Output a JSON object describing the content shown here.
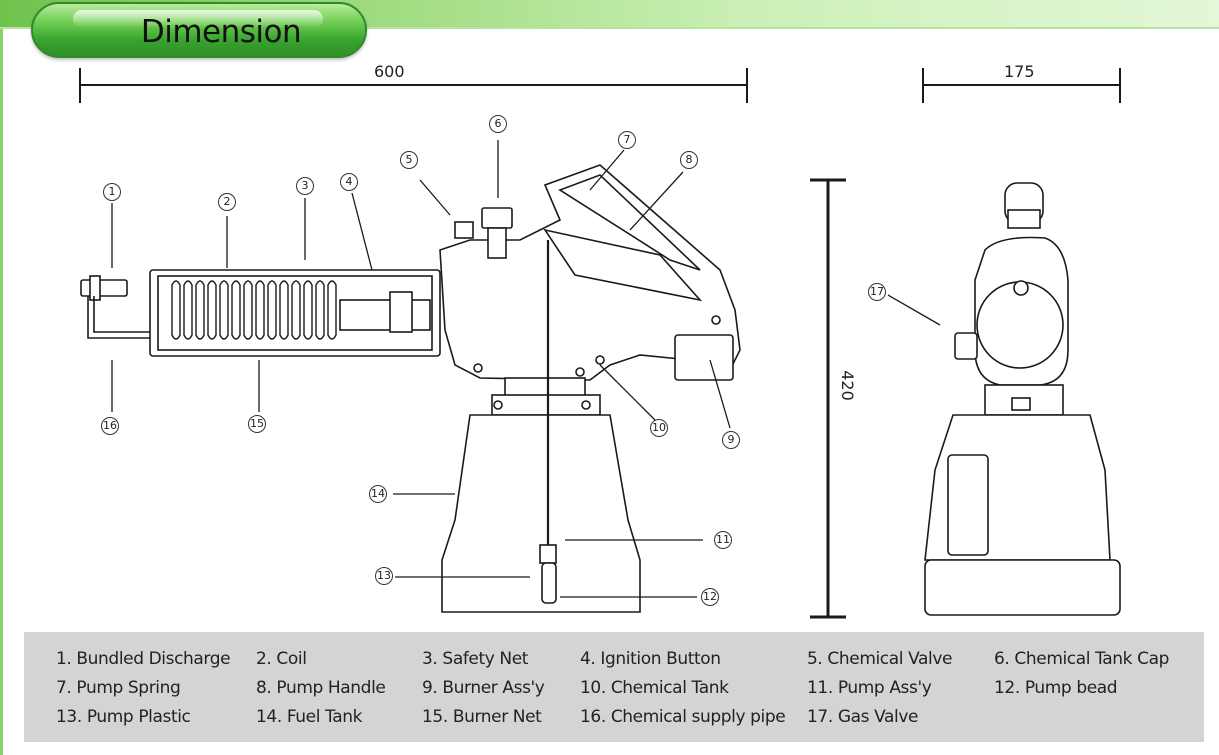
{
  "title": "Dimension",
  "dimensions": {
    "width_front": "600",
    "width_side": "175",
    "height": "420"
  },
  "callouts": [
    "1",
    "2",
    "3",
    "4",
    "5",
    "6",
    "7",
    "8",
    "9",
    "10",
    "11",
    "12",
    "13",
    "14",
    "15",
    "16",
    "17"
  ],
  "legend": {
    "items": [
      "1. Bundled Discharge",
      "2. Coil",
      "3. Safety Net",
      "4. Ignition Button",
      "5. Chemical Valve",
      "6. Chemical Tank Cap",
      "7. Pump Spring",
      "8. Pump Handle",
      "9. Burner Ass'y",
      "10. Chemical Tank",
      "11. Pump Ass'y",
      "12. Pump bead",
      "13. Pump Plastic",
      "14. Fuel Tank",
      "15. Burner Net",
      "16. Chemical supply pipe",
      "17. Gas Valve"
    ]
  },
  "colors": {
    "accent_green": "#38a32f",
    "legend_bg": "#d4d4d4"
  }
}
